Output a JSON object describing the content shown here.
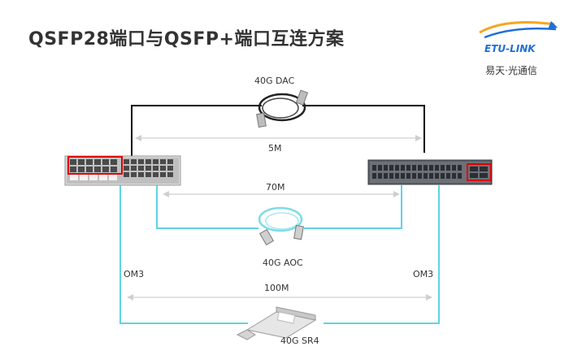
{
  "title": "QSFP28端口与QSFP+端口互连方案",
  "logo": {
    "brand": "ETU-LINK",
    "tagline": "易天·光通信"
  },
  "connections": [
    {
      "type": "40G DAC",
      "distance": "5M"
    },
    {
      "type": "40G AOC",
      "distance": "70M"
    },
    {
      "type": "40G SR4",
      "distance": "100M",
      "fiber_left": "OM3",
      "fiber_right": "OM3"
    }
  ],
  "colors": {
    "dac_cable": "#000000",
    "fiber": "#5fd3e6",
    "highlight": "#e00000",
    "dimension": "#cfcfcf"
  }
}
